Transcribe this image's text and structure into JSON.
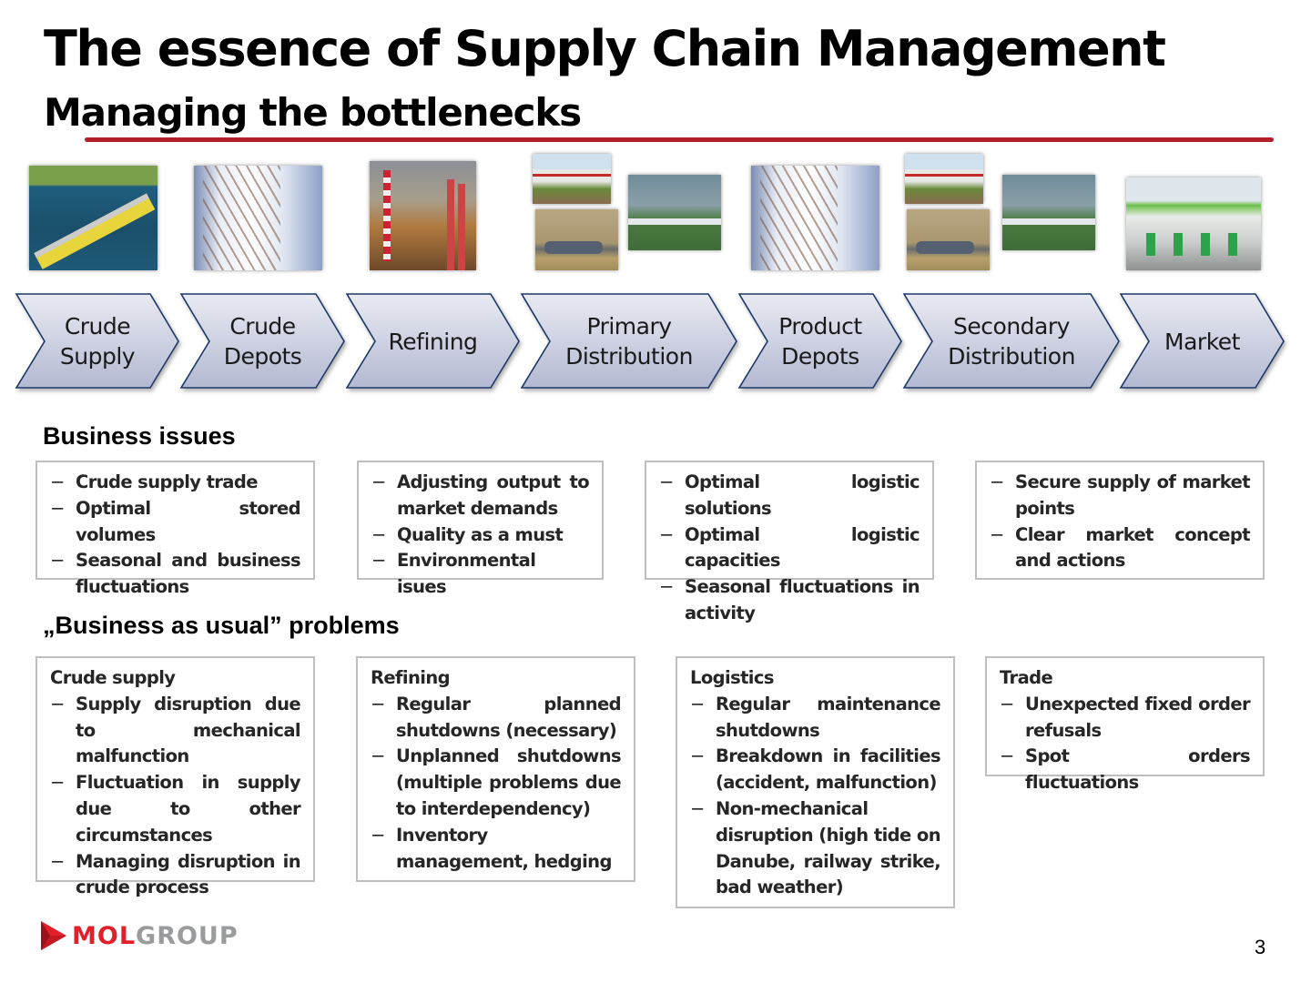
{
  "header": {
    "title": "The essence of Supply Chain Management",
    "subtitle": "Managing the bottlenecks",
    "accent_color": "#b51f2b"
  },
  "photos": [
    {
      "stage": "Crude Supply",
      "depicts": "tanker barge on river"
    },
    {
      "stage": "Crude Depots",
      "depicts": "storage tank with spiral staircase"
    },
    {
      "stage": "Refining",
      "depicts": "refinery towers"
    },
    {
      "stage": "Primary Distribution",
      "depicts": "rail tank cars"
    },
    {
      "stage": "Primary Distribution",
      "depicts": "tanker truck"
    },
    {
      "stage": "Primary Distribution",
      "depicts": "pipeline in valley"
    },
    {
      "stage": "Product Depots",
      "depicts": "storage tank with spiral staircase"
    },
    {
      "stage": "Secondary Distribution",
      "depicts": "rail tank cars"
    },
    {
      "stage": "Secondary Distribution",
      "depicts": "tanker truck"
    },
    {
      "stage": "Secondary Distribution",
      "depicts": "pipeline in valley"
    },
    {
      "stage": "Market",
      "depicts": "fuel station"
    }
  ],
  "process_chain": {
    "stages": [
      {
        "label": "Crude\nSupply"
      },
      {
        "label": "Crude\nDepots"
      },
      {
        "label": "Refining"
      },
      {
        "label": "Primary\nDistribution"
      },
      {
        "label": "Product\nDepots"
      },
      {
        "label": "Secondary\nDistribution"
      },
      {
        "label": "Market"
      }
    ],
    "fill_top": "#e9eaf2",
    "fill_bottom": "#b3b9d2",
    "stroke": "#1f3868"
  },
  "business_issues": {
    "heading": "Business issues",
    "boxes": [
      {
        "items": [
          "Crude supply trade",
          "Optimal stored volumes",
          "Seasonal and business fluctuations"
        ]
      },
      {
        "items": [
          "Adjusting output to market demands",
          "Quality as a must",
          "Environmental isues"
        ]
      },
      {
        "items": [
          "Optimal logistic solutions",
          "Optimal logistic capacities",
          "Seasonal fluctuations in activity"
        ]
      },
      {
        "items": [
          "Secure supply of market points",
          "Clear market concept and actions"
        ]
      }
    ]
  },
  "bau_problems": {
    "heading": "„Business as usual” problems",
    "boxes": [
      {
        "title": "Crude supply",
        "items": [
          "Supply disruption due to mechanical malfunction",
          "Fluctuation in supply due to other circumstances",
          "Managing disruption in crude process"
        ]
      },
      {
        "title": "Refining",
        "items": [
          "Regular planned shutdowns (necessary)",
          "Unplanned shutdowns (multiple problems due to interdependency)",
          "Inventory management, hedging"
        ]
      },
      {
        "title": "Logistics",
        "items": [
          "Regular maintenance shutdowns",
          "Breakdown in facilities (accident, malfunction)",
          "Non-mechanical disruption (high tide on Danube, railway strike, bad weather)"
        ]
      },
      {
        "title": "Trade",
        "items": [
          "Unexpected fixed order refusals",
          "Spot orders fluctuations"
        ]
      }
    ]
  },
  "footer": {
    "logo_primary": "MOL",
    "logo_secondary": "GROUP",
    "logo_primary_color": "#e0202a",
    "logo_secondary_color": "#9a9b9d",
    "page_number": "3"
  }
}
